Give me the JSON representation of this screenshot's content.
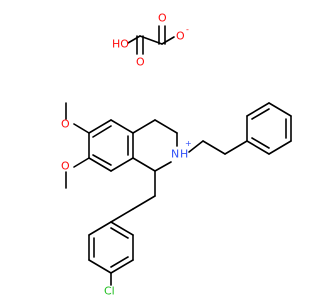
{
  "colors": {
    "bond": "#000000",
    "oxygen": "#ff0d0d",
    "nitrogen": "#3050f8",
    "chlorine": "#1fbf1f"
  },
  "atoms": {
    "ho": "HO",
    "o_carbonyl_left": "O",
    "o_carbonyl_right": "O",
    "o_anion": "O",
    "anion_charge": "-",
    "o_methoxy_upper": "O",
    "o_methoxy_lower": "O",
    "n": "N",
    "n_h": "H",
    "n_charge": "+",
    "cl": "Cl"
  }
}
